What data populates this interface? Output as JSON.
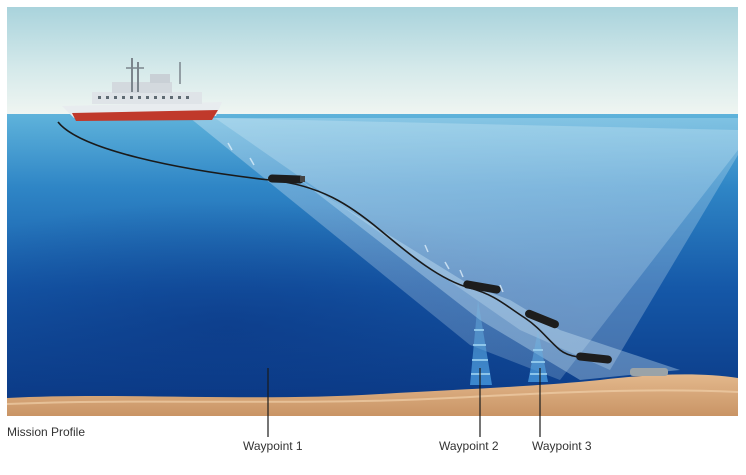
{
  "caption": "Mission Profile",
  "waypoints": [
    {
      "label": "Waypoint 1"
    },
    {
      "label": "Waypoint 2"
    },
    {
      "label": "Waypoint 3"
    }
  ],
  "colors": {
    "sky_top": "#a9d3dc",
    "sky_bottom": "#eef5f1",
    "water_surface": "#4ba3d1",
    "water_deep": "#0c3c8a",
    "seabed": "#d9a97a",
    "ship_hull_red": "#c0392b",
    "ship_white": "#e8ecef",
    "sonar_beam": "#bfe6f5",
    "tether": "#1a1a1a",
    "label_text": "#333333"
  },
  "icons": [
    "research-ship-icon",
    "towed-vehicle-icon",
    "sonar-ping-icon"
  ]
}
